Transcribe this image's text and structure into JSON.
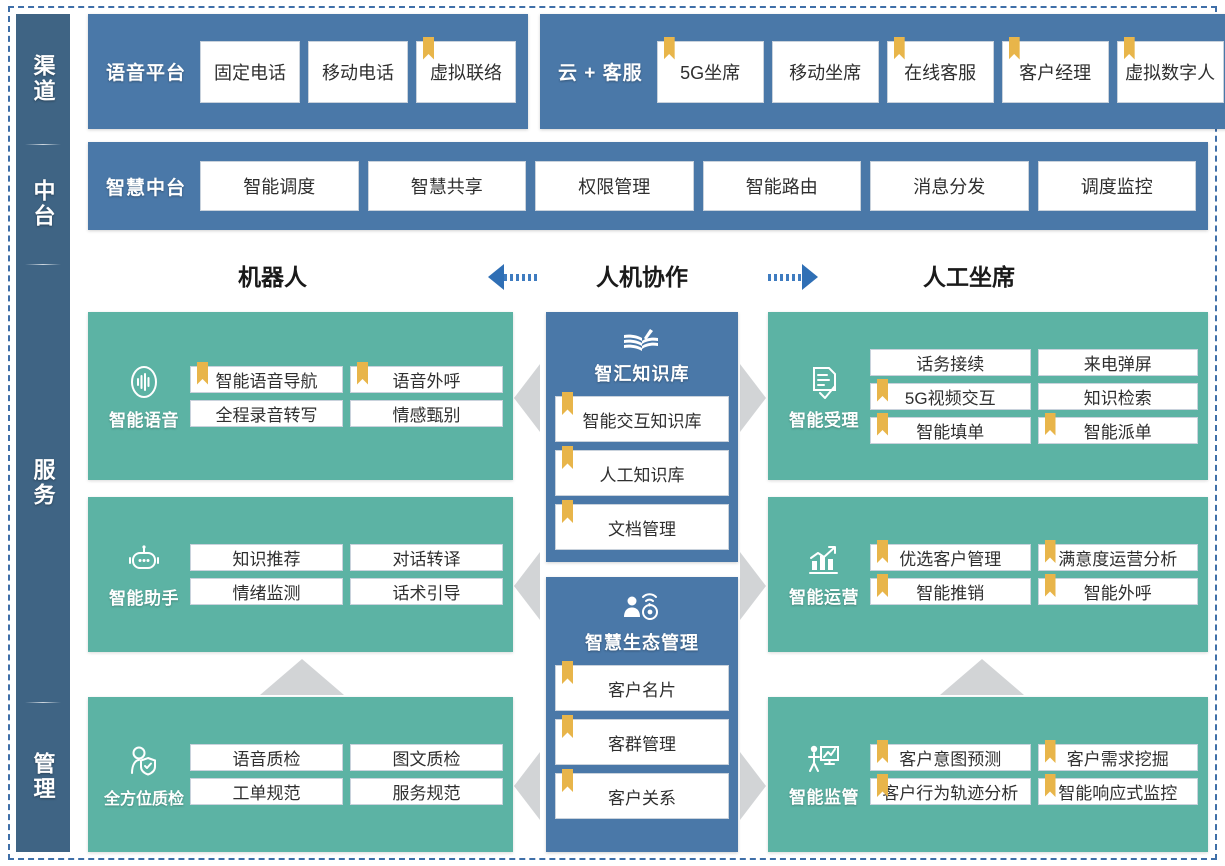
{
  "rail": {
    "segments": [
      {
        "id": "channel",
        "label": "渠道"
      },
      {
        "id": "midplatform",
        "label": "中台"
      },
      {
        "id": "service",
        "label": "服务"
      },
      {
        "id": "management",
        "label": "管理"
      }
    ]
  },
  "colors": {
    "rail_blue": "#3f6484",
    "band_blue": "#4a78a8",
    "panel_green": "#5cb3a4",
    "ribbon_gold": "#e8b54a",
    "arrow_blue": "#2f6fb5",
    "chevron_grey": "#d2d4d6",
    "frame_dashed": "#3f6fa8"
  },
  "channel_row": {
    "voice_platform": {
      "title": "语音平台",
      "items": [
        {
          "label": "固定电话",
          "ribbon": false
        },
        {
          "label": "移动电话",
          "ribbon": false
        },
        {
          "label": "虚拟联络",
          "ribbon": true
        }
      ]
    },
    "cloud_service": {
      "title": "云 + 客服",
      "items": [
        {
          "label": "5G坐席",
          "ribbon": true
        },
        {
          "label": "移动坐席",
          "ribbon": false
        },
        {
          "label": "在线客服",
          "ribbon": true
        },
        {
          "label": "客户经理",
          "ribbon": true
        },
        {
          "label": "虚拟数字人",
          "ribbon": true
        }
      ]
    }
  },
  "midplatform_row": {
    "title": "智慧中台",
    "items": [
      {
        "label": "智能调度",
        "ribbon": false
      },
      {
        "label": "智慧共享",
        "ribbon": false
      },
      {
        "label": "权限管理",
        "ribbon": false
      },
      {
        "label": "智能路由",
        "ribbon": false
      },
      {
        "label": "消息分发",
        "ribbon": false
      },
      {
        "label": "调度监控",
        "ribbon": false
      }
    ]
  },
  "section_heads": {
    "robot": "机器人",
    "collaboration": "人机协作",
    "human_agent": "人工坐席"
  },
  "panels": {
    "voice": {
      "name": "智能语音",
      "icon": "voice-wave-icon",
      "items": [
        {
          "label": "智能语音导航",
          "ribbon": true
        },
        {
          "label": "语音外呼",
          "ribbon": true
        },
        {
          "label": "全程录音转写",
          "ribbon": false
        },
        {
          "label": "情感甄别",
          "ribbon": false
        }
      ]
    },
    "assistant": {
      "name": "智能助手",
      "icon": "robot-icon",
      "items": [
        {
          "label": "知识推荐",
          "ribbon": false
        },
        {
          "label": "对话转译",
          "ribbon": false
        },
        {
          "label": "情绪监测",
          "ribbon": false
        },
        {
          "label": "话术引导",
          "ribbon": false
        }
      ]
    },
    "quality": {
      "name": "全方位质检",
      "icon": "person-shield-icon",
      "items": [
        {
          "label": "语音质检",
          "ribbon": false
        },
        {
          "label": "图文质检",
          "ribbon": false
        },
        {
          "label": "工单规范",
          "ribbon": false
        },
        {
          "label": "服务规范",
          "ribbon": false
        }
      ]
    },
    "knowledge": {
      "name": "智汇知识库",
      "icon": "open-book-icon",
      "items": [
        {
          "label": "智能交互知识库",
          "ribbon": true
        },
        {
          "label": "人工知识库",
          "ribbon": true
        },
        {
          "label": "文档管理",
          "ribbon": true
        }
      ]
    },
    "ecology": {
      "name": "智慧生态管理",
      "icon": "person-network-icon",
      "items": [
        {
          "label": "客户名片",
          "ribbon": true
        },
        {
          "label": "客群管理",
          "ribbon": true
        },
        {
          "label": "客户关系",
          "ribbon": true
        }
      ]
    },
    "accept": {
      "name": "智能受理",
      "icon": "document-check-icon",
      "items": [
        {
          "label": "话务接续",
          "ribbon": false
        },
        {
          "label": "来电弹屏",
          "ribbon": false
        },
        {
          "label": "5G视频交互",
          "ribbon": true
        },
        {
          "label": "知识检索",
          "ribbon": false
        },
        {
          "label": "智能填单",
          "ribbon": true
        },
        {
          "label": "智能派单",
          "ribbon": true
        }
      ]
    },
    "operation": {
      "name": "智能运营",
      "icon": "growth-chart-icon",
      "items": [
        {
          "label": "优选客户管理",
          "ribbon": true
        },
        {
          "label": "满意度运营分析",
          "ribbon": true
        },
        {
          "label": "智能推销",
          "ribbon": true
        },
        {
          "label": "智能外呼",
          "ribbon": true
        }
      ]
    },
    "supervision": {
      "name": "智能监管",
      "icon": "presentation-person-icon",
      "items": [
        {
          "label": "客户意图预测",
          "ribbon": true
        },
        {
          "label": "客户需求挖掘",
          "ribbon": true
        },
        {
          "label": "客户行为轨迹分析",
          "ribbon": true
        },
        {
          "label": "智能响应式监控",
          "ribbon": true
        }
      ]
    }
  }
}
